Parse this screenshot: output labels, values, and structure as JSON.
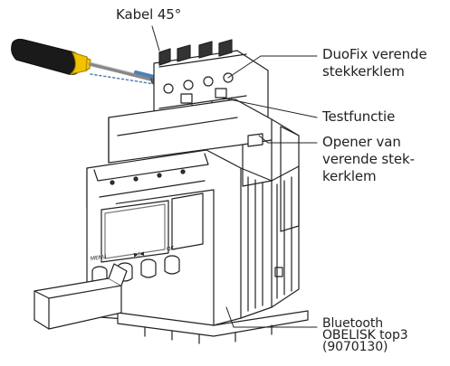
{
  "labels": {
    "cable": "Kabel 45°",
    "duofix": [
      "DuoFix verende",
      "stekkerklem"
    ],
    "test": "Testfunctie",
    "opener": [
      "Opener van",
      "verende stek-",
      "kerklem"
    ],
    "bluetooth": [
      "Bluetooth",
      "OBELISK top3",
      "(9070130)"
    ]
  },
  "device_markings": {
    "button_left": "MENU",
    "button_right": "OK",
    "button_mid": "▶/◀"
  },
  "colors": {
    "line": "#222222",
    "screwdriver_handle": "#1a1a1a",
    "screwdriver_band": "#f2c200",
    "cable": "#4d7fb8"
  }
}
